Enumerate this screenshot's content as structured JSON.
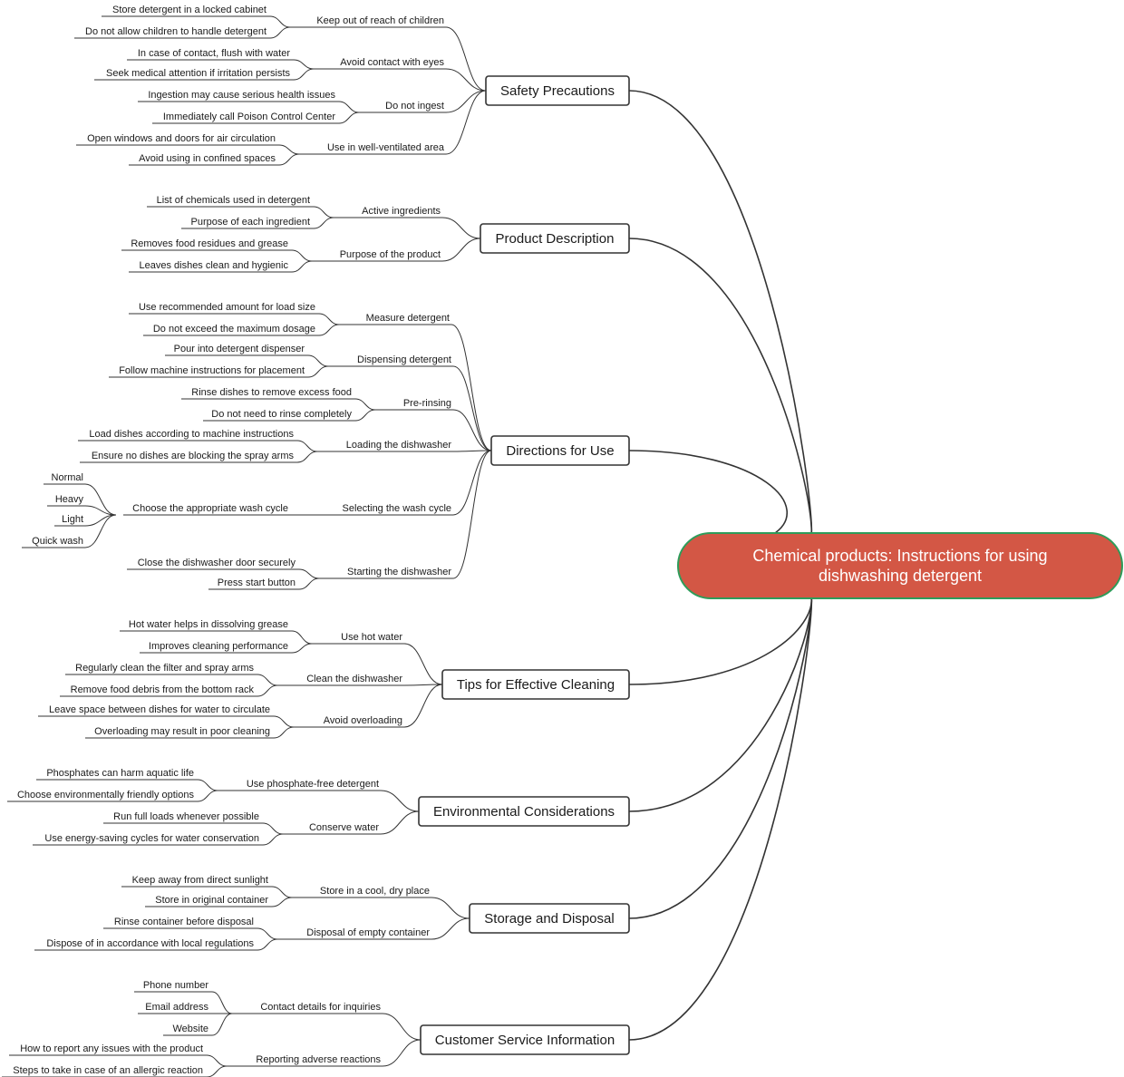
{
  "root": {
    "title_line1": "Chemical products: Instructions for using",
    "title_line2": "dishwashing detergent",
    "fill_color": "#d35745",
    "border_color": "#2e9c5a"
  },
  "branches": [
    {
      "label": "Safety Precautions",
      "topics": [
        {
          "label": "Keep out of reach of children",
          "items": [
            "Store detergent in a locked cabinet",
            "Do not allow children to handle detergent"
          ]
        },
        {
          "label": "Avoid contact with eyes",
          "items": [
            "In case of contact, flush with water",
            "Seek medical attention if irritation persists"
          ]
        },
        {
          "label": "Do not ingest",
          "items": [
            "Ingestion may cause serious health issues",
            "Immediately call Poison Control Center"
          ]
        },
        {
          "label": "Use in well-ventilated area",
          "items": [
            "Open windows and doors for air circulation",
            "Avoid using in confined spaces"
          ]
        }
      ]
    },
    {
      "label": "Product Description",
      "topics": [
        {
          "label": "Active ingredients",
          "items": [
            "List of chemicals used in detergent",
            "Purpose of each ingredient"
          ]
        },
        {
          "label": "Purpose of the product",
          "items": [
            "Removes food residues and grease",
            "Leaves dishes clean and hygienic"
          ]
        }
      ]
    },
    {
      "label": "Directions for Use",
      "topics": [
        {
          "label": "Measure detergent",
          "items": [
            "Use recommended amount for load size",
            "Do not exceed the maximum dosage"
          ]
        },
        {
          "label": "Dispensing detergent",
          "items": [
            "Pour into detergent dispenser",
            "Follow machine instructions for placement"
          ]
        },
        {
          "label": "Pre-rinsing",
          "items": [
            "Rinse dishes to remove excess food",
            "Do not need to rinse completely"
          ]
        },
        {
          "label": "Loading the dishwasher",
          "items": [
            "Load dishes according to machine instructions",
            "Ensure no dishes are blocking the spray arms"
          ]
        },
        {
          "label": "Selecting the wash cycle",
          "items": [
            "Choose the appropriate wash cycle"
          ],
          "subitems": [
            "Normal",
            "Heavy",
            "Light",
            "Quick wash"
          ]
        },
        {
          "label": "Starting the dishwasher",
          "items": [
            "Close the dishwasher door securely",
            "Press start button"
          ]
        }
      ]
    },
    {
      "label": "Tips for Effective Cleaning",
      "topics": [
        {
          "label": "Use hot water",
          "items": [
            "Hot water helps in dissolving grease",
            "Improves cleaning performance"
          ]
        },
        {
          "label": "Clean the dishwasher",
          "items": [
            "Regularly clean the filter and spray arms",
            "Remove food debris from the bottom rack"
          ]
        },
        {
          "label": "Avoid overloading",
          "items": [
            "Leave space between dishes for water to circulate",
            "Overloading may result in poor cleaning"
          ]
        }
      ]
    },
    {
      "label": "Environmental Considerations",
      "topics": [
        {
          "label": "Use phosphate-free detergent",
          "items": [
            "Phosphates can harm aquatic life",
            "Choose environmentally friendly options"
          ]
        },
        {
          "label": "Conserve water",
          "items": [
            "Run full loads whenever possible",
            "Use energy-saving cycles for water conservation"
          ]
        }
      ]
    },
    {
      "label": "Storage and Disposal",
      "topics": [
        {
          "label": "Store in a cool, dry place",
          "items": [
            "Keep away from direct sunlight",
            "Store in original container"
          ]
        },
        {
          "label": "Disposal of empty container",
          "items": [
            "Rinse container before disposal",
            "Dispose of in accordance with local regulations"
          ]
        }
      ]
    },
    {
      "label": "Customer Service Information",
      "topics": [
        {
          "label": "Contact details for inquiries",
          "items": [
            "Phone number",
            "Email address",
            "Website"
          ]
        },
        {
          "label": "Reporting adverse reactions",
          "items": [
            "How to report any issues with the product",
            "Steps to take in case of an allergic reaction"
          ]
        }
      ]
    }
  ]
}
